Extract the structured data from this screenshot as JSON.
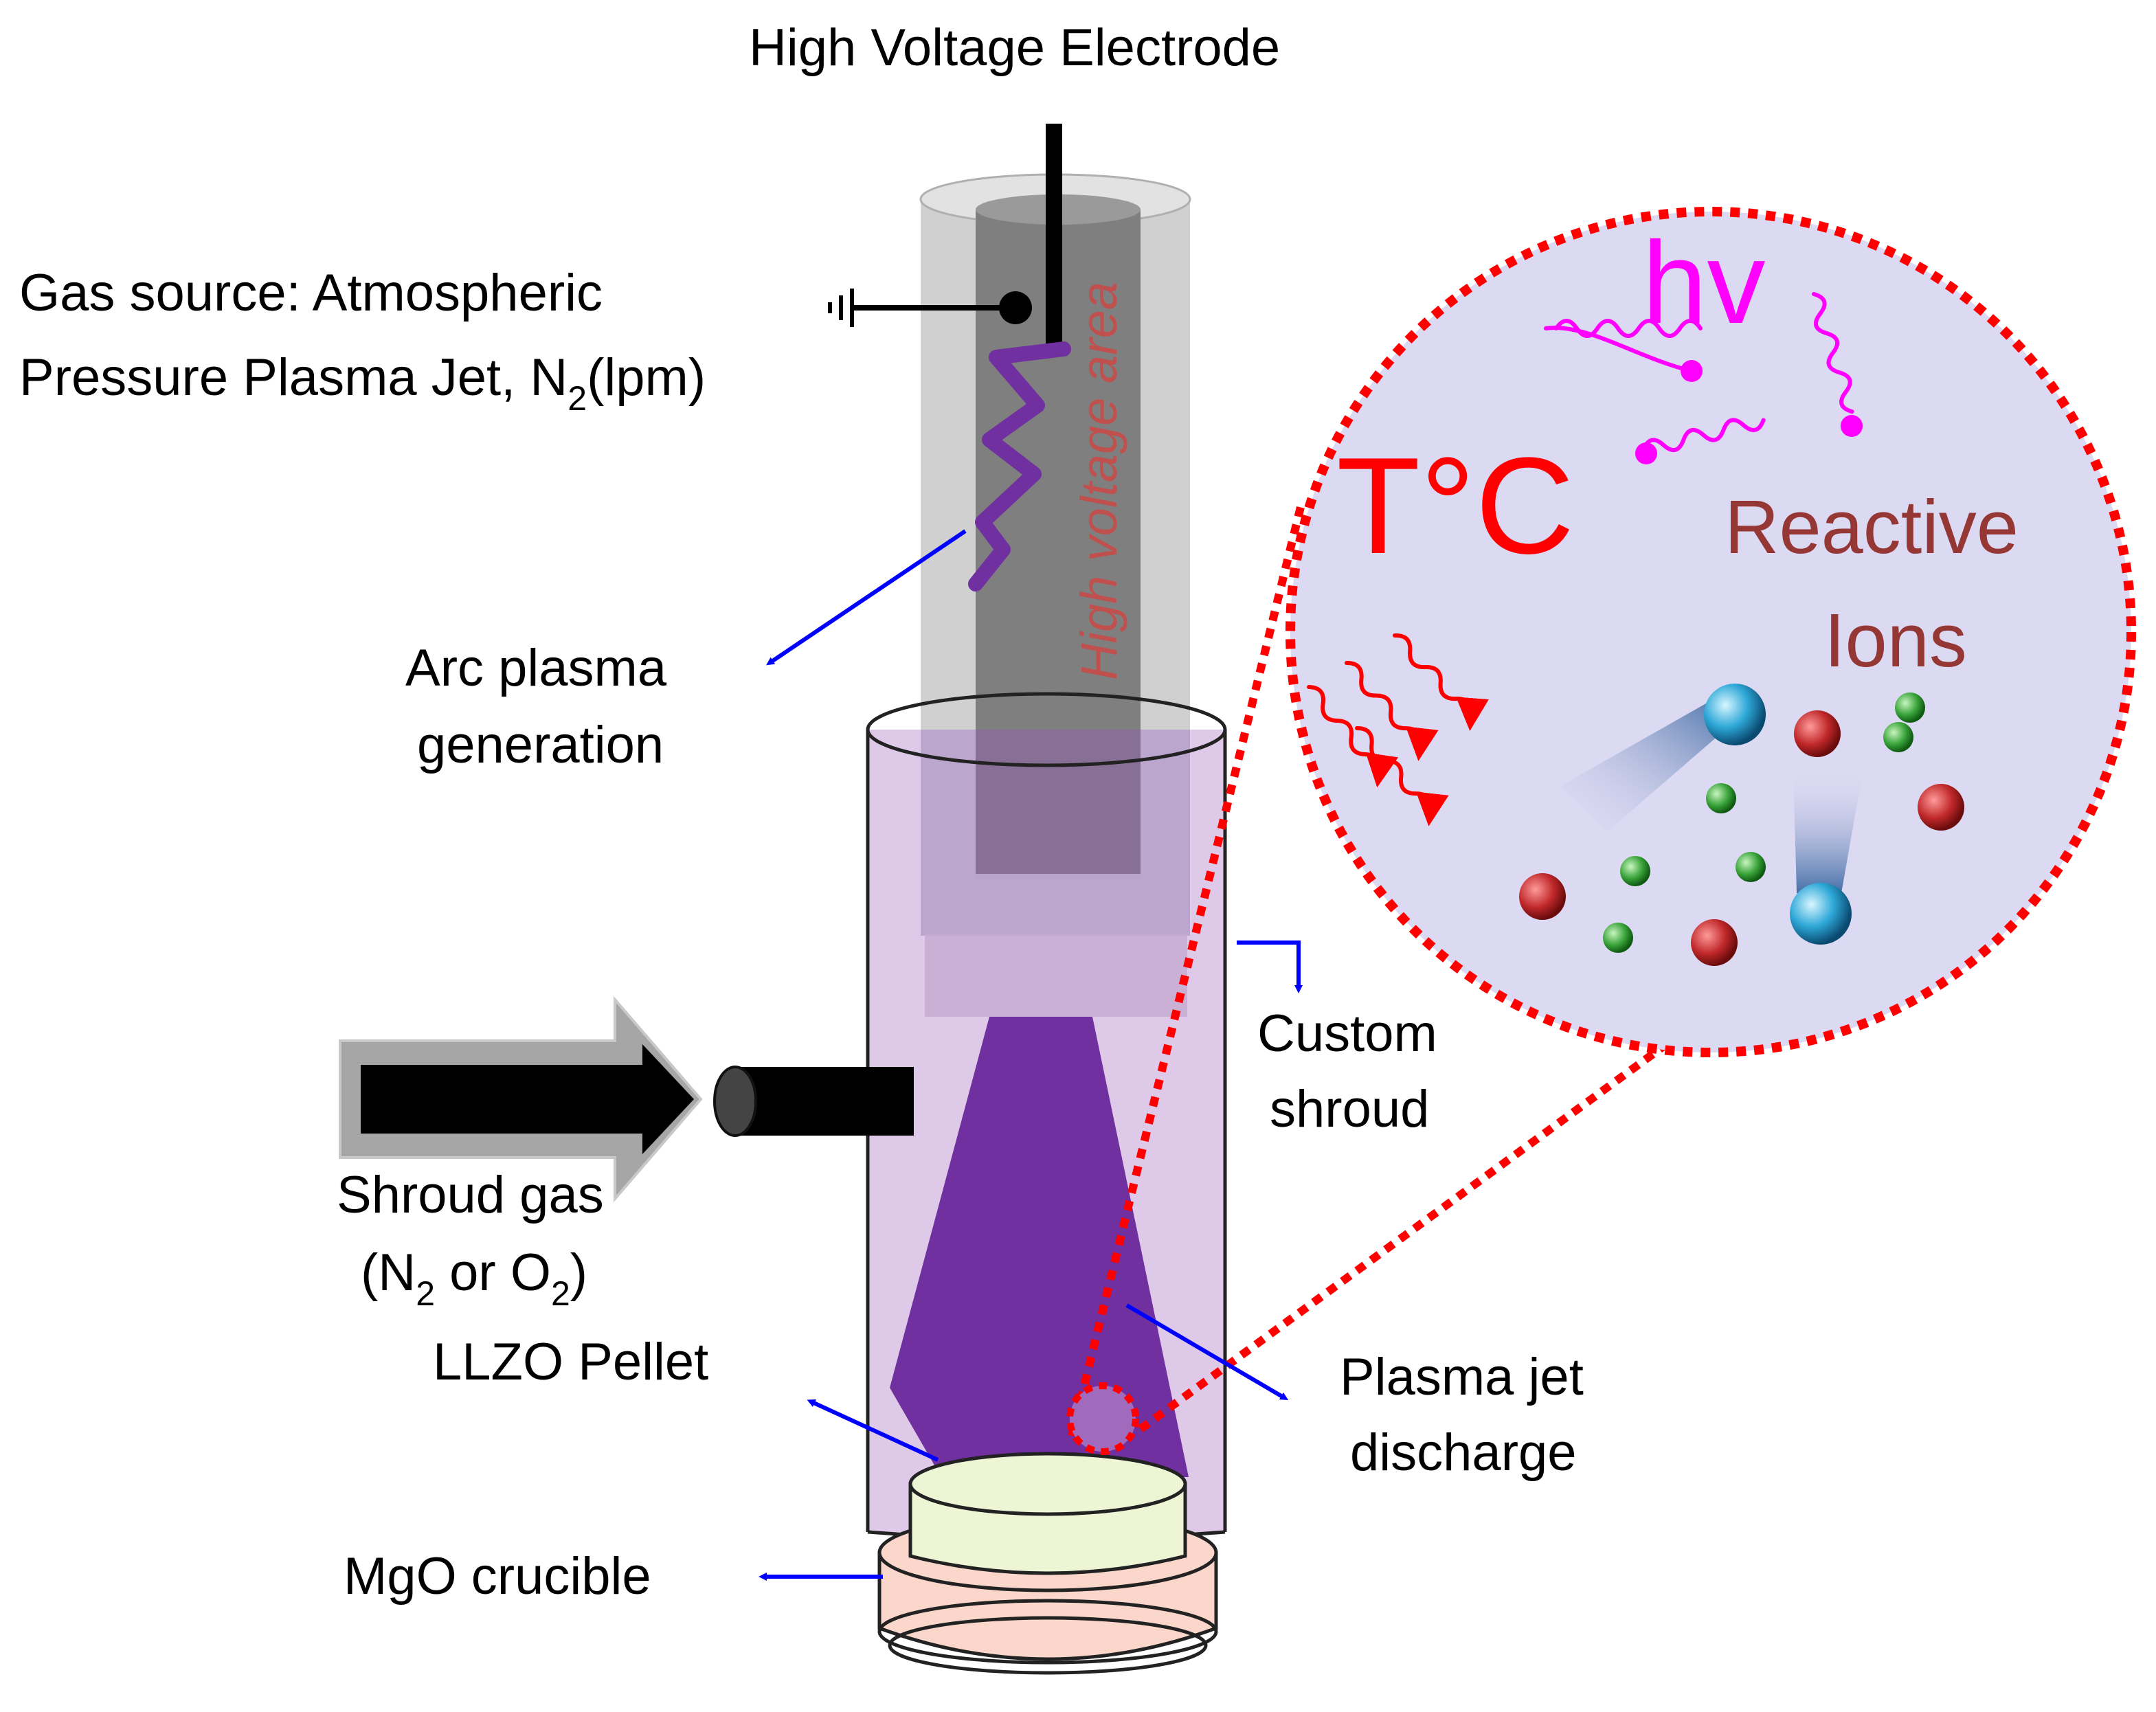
{
  "labels": {
    "high_voltage_electrode": "High Voltage Electrode",
    "gas_source_line1": "Gas source: Atmospheric",
    "gas_source_line2_a": "Pressure Plasma Jet, N",
    "gas_source_line2_sub": "2",
    "gas_source_line2_b": "(lpm)",
    "high_voltage_area": "High voltage area",
    "arc_plasma_line1": "Arc plasma",
    "arc_plasma_line2": "generation",
    "custom_shroud_line1": "Custom",
    "custom_shroud_line2": "shroud",
    "shroud_gas_line1": "Shroud gas",
    "shroud_gas_line2_a": "(N",
    "shroud_gas_line2_sub1": "2",
    "shroud_gas_line2_b": " or O",
    "shroud_gas_line2_sub2": "2",
    "shroud_gas_line2_c": ")",
    "llzo_pellet": "LLZO Pellet",
    "plasma_jet_line1": "Plasma jet",
    "plasma_jet_line2": "discharge",
    "mgo_crucible": "MgO crucible",
    "temperature": "T°C",
    "photon": "hv",
    "reactive_line1": "Reactive",
    "reactive_line2": "Ions"
  },
  "colors": {
    "arrow_blue": "#0000ff",
    "zoom_dotted_red": "#ff0000",
    "plasma_purple": "#7030a0",
    "shroud_lilac": "#d9bfe0",
    "zoom_fill": "#dcd9f2",
    "pellet_fill": "#eef5d5",
    "crucible_fill": "#fbd6cb",
    "ion_red": "#c0282a",
    "ion_green": "#3aa43a",
    "ion_blue": "#2ea8d8"
  },
  "icons": [
    "ground-symbol-icon",
    "photon-wave-icon",
    "heat-wave-icon"
  ]
}
